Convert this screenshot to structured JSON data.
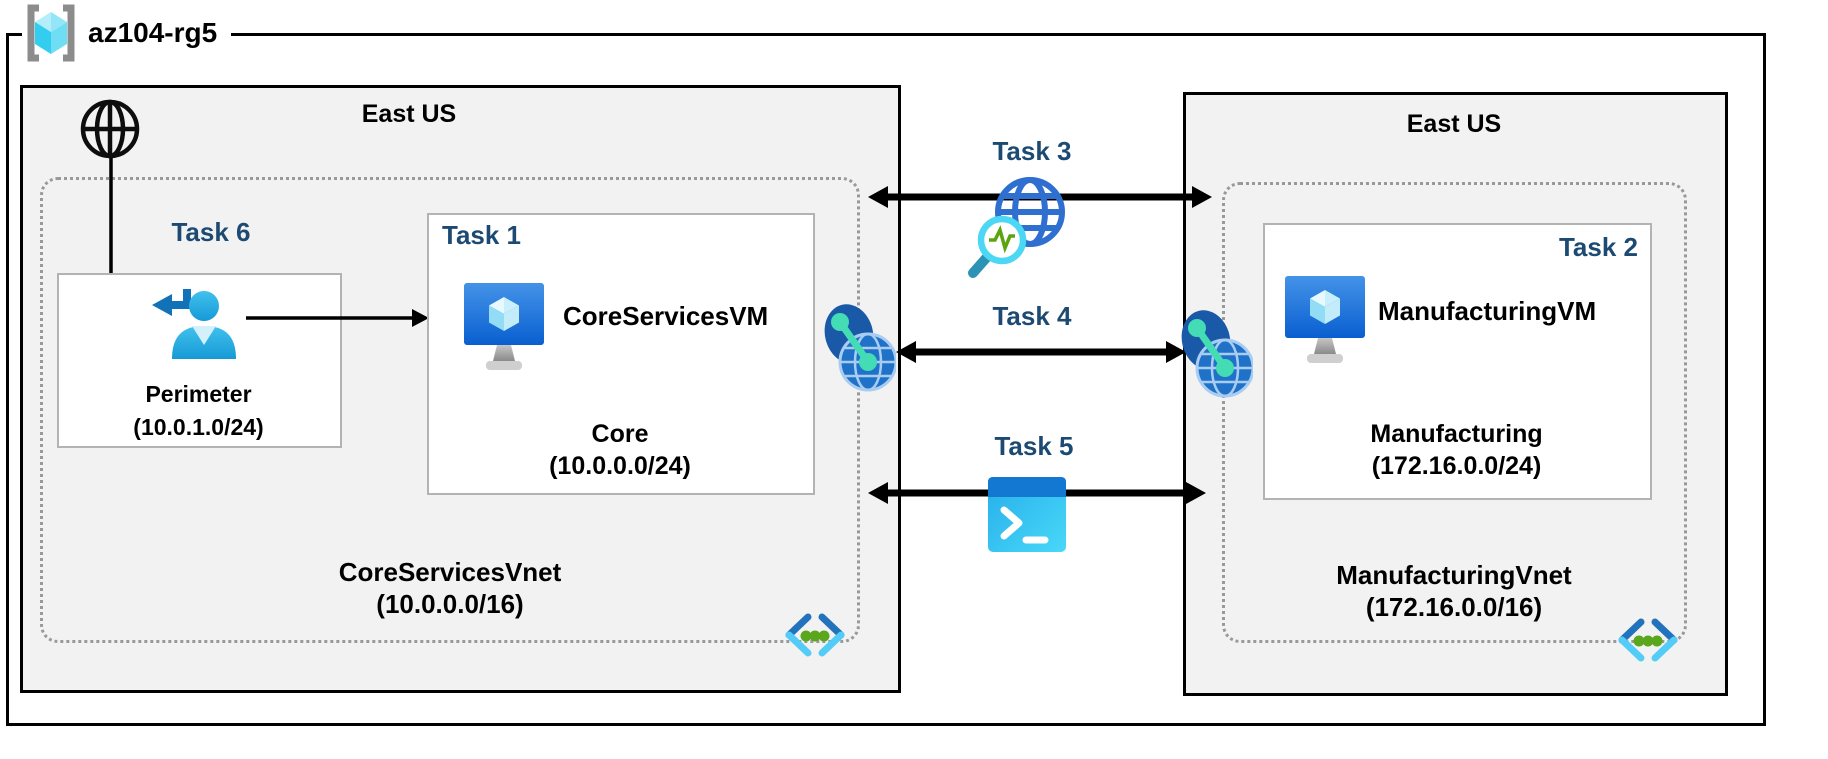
{
  "resource_group": {
    "label": "az104-rg5"
  },
  "left_region": {
    "label": "East US",
    "task6": {
      "label": "Task 6"
    },
    "perimeter": {
      "name": "Perimeter",
      "cidr": "(10.0.1.0/24)"
    },
    "task1": {
      "label": "Task 1",
      "vm_name": "CoreServicesVM",
      "subnet_name": "Core",
      "subnet_cidr": "(10.0.0.0/24)"
    },
    "vnet": {
      "name": "CoreServicesVnet",
      "cidr": "(10.0.0.0/16)"
    }
  },
  "right_region": {
    "label": "East US",
    "task2": {
      "label": "Task 2",
      "vm_name": "ManufacturingVM",
      "subnet_name": "Manufacturing",
      "subnet_cidr": "(172.16.0.0/24)"
    },
    "vnet": {
      "name": "ManufacturingVnet",
      "cidr": "(172.16.0.0/16)"
    }
  },
  "middle": {
    "task3": {
      "label": "Task 3"
    },
    "task4": {
      "label": "Task 4"
    },
    "task5": {
      "label": "Task 5"
    }
  },
  "colors": {
    "task_label": "#1c4a73",
    "region_background": "#f2f2f2",
    "dotted_border": "#999999",
    "arrow": "#000000",
    "azure_blue": "#0a62cf",
    "azure_cyan": "#35c1f1",
    "teal_dot": "#43dcb5",
    "vnet_green": "#5aa50f"
  }
}
